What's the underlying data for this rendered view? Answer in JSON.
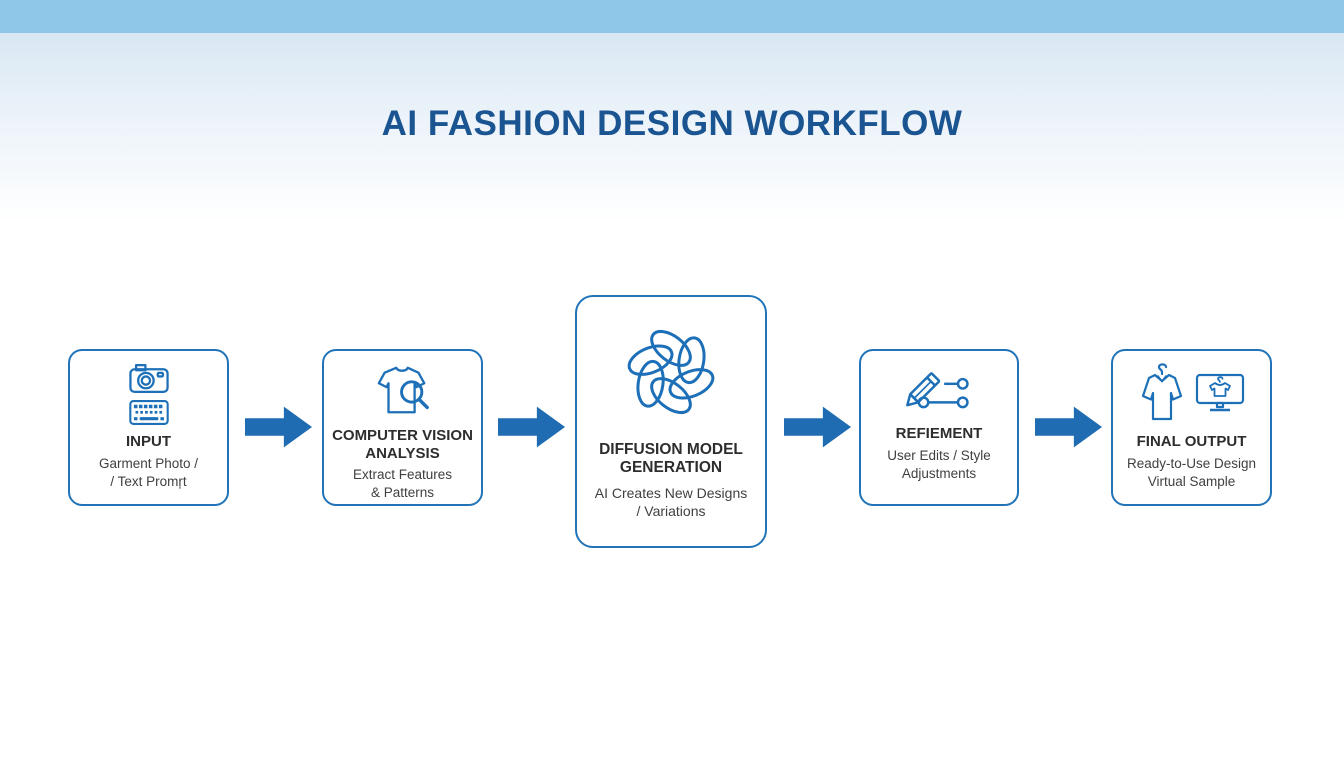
{
  "page": {
    "title": "AI FASHION DESIGN WORKFLOW"
  },
  "colors": {
    "top_bar": "#8fc7e9",
    "header_gradient_start": "#d9e7f3",
    "title_blue": "#1a5491",
    "accent_blue": "#1f6cb2",
    "box_border_blue": "#2274b8",
    "icon_blue": "#1d70b8",
    "heading_text": "#2d2d2d",
    "subtitle_text": "#404040",
    "box_bg": "#ffffff"
  },
  "steps": [
    {
      "title": "INPUT",
      "subtitle": "Garment Photo /\n/ Text Promŗt",
      "icons": [
        "camera-icon",
        "keyboard-icon"
      ]
    },
    {
      "title": "COMPUTER VISION\nANALYSIS",
      "subtitle": "Extract Features\n& Patterns",
      "icons": [
        "tshirt-magnifier-icon"
      ]
    },
    {
      "title": "DIFFUSION MODEL\nGENERATION",
      "subtitle": "AI Creates New Designs\n/ Variations",
      "icons": [
        "diffusion-swirl-icon"
      ],
      "emphasized": true
    },
    {
      "title": "REFIEMENT",
      "subtitle": "User Edits / Style\nAdjustments",
      "icons": [
        "pencil-sliders-icon"
      ]
    },
    {
      "title": "FINAL OUTPUT",
      "subtitle": "Ready-to-Use Design\nVirtual Sample",
      "icons": [
        "garment-hanger-icon",
        "monitor-design-icon"
      ]
    }
  ],
  "connectors": [
    {
      "type": "block-arrow-right"
    },
    {
      "type": "block-arrow-right"
    },
    {
      "type": "block-arrow-right"
    },
    {
      "type": "block-arrow-right"
    }
  ]
}
